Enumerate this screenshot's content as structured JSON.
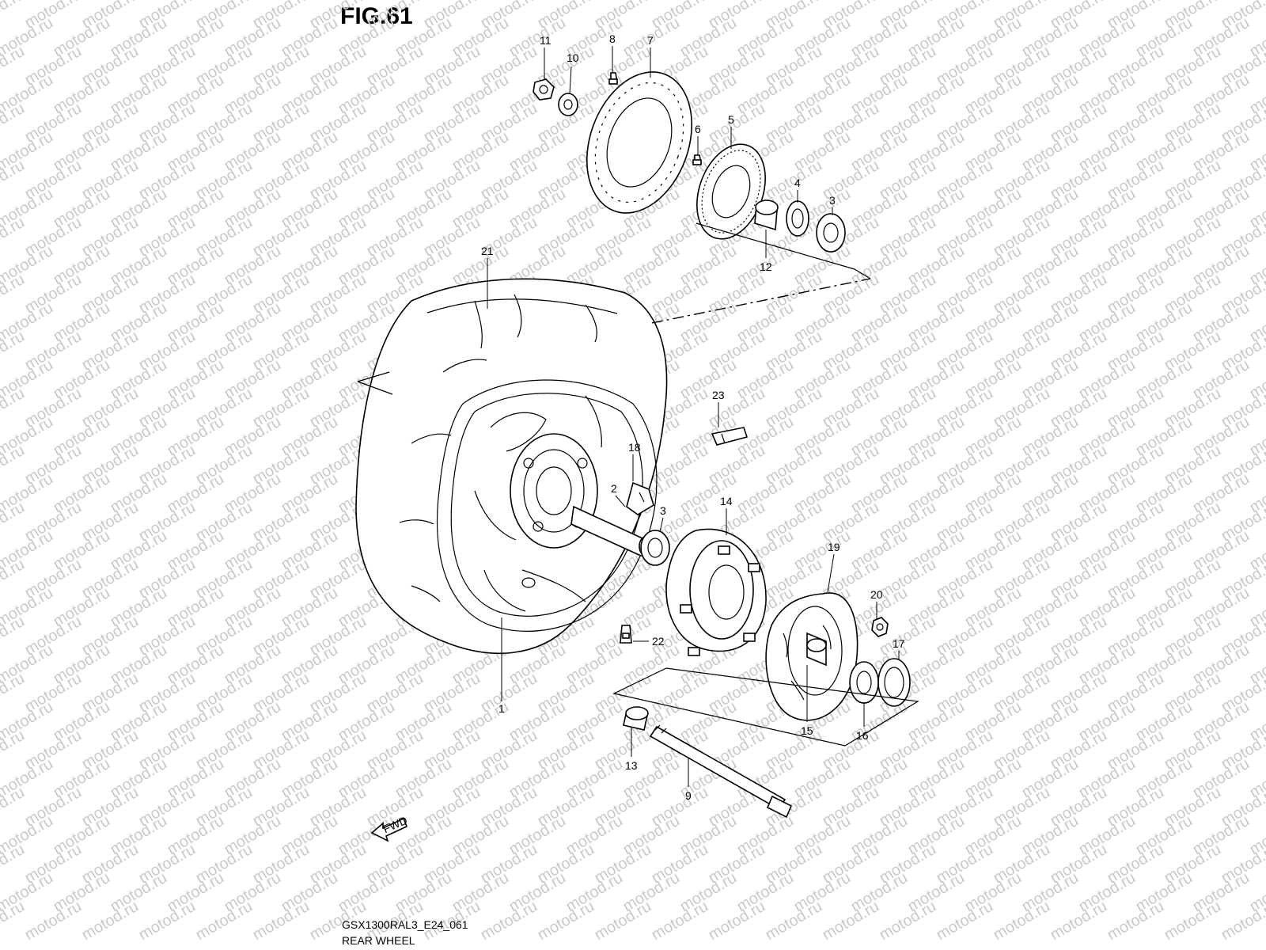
{
  "figure": {
    "title": "FIG.61",
    "model_code": "GSX1300RAL3_E24_061",
    "section_name": "REAR WHEEL"
  },
  "watermark": "motod.ru",
  "fwd_arrow": "FWD",
  "callouts": {
    "c1": "1",
    "c2": "2",
    "c3a": "3",
    "c3b": "3",
    "c4": "4",
    "c5": "5",
    "c6": "6",
    "c7": "7",
    "c8": "8",
    "c9": "9",
    "c10": "10",
    "c11": "11",
    "c12": "12",
    "c13": "13",
    "c14": "14",
    "c15": "15",
    "c16": "16",
    "c17": "17",
    "c18": "18",
    "c19": "19",
    "c20": "20",
    "c21": "21",
    "c22": "22",
    "c23": "23"
  }
}
